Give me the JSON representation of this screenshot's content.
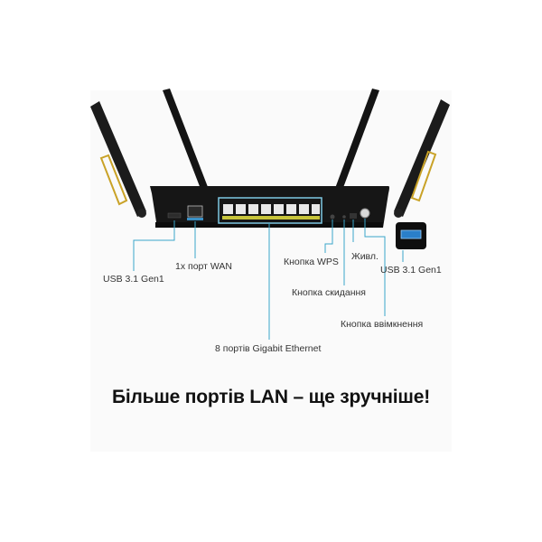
{
  "callouts": {
    "usb_left": "USB 3.1 Gen1",
    "wan": "1x порт WAN",
    "wps": "Кнопка WPS",
    "reset": "Кнопка скидання",
    "power_jack": "Живл.",
    "power_button": "Кнопка ввімкнення",
    "usb_right": "USB 3.1 Gen1",
    "ethernet": "8 портів Gigabit Ethernet"
  },
  "headline": "Більше портів LAN – ще зручніше!",
  "colors": {
    "callout_line": "#3aa6c9",
    "router_body": "#1a1a1a",
    "antenna_accent": "#c9a227",
    "port_highlight": "#7ec8e3"
  }
}
